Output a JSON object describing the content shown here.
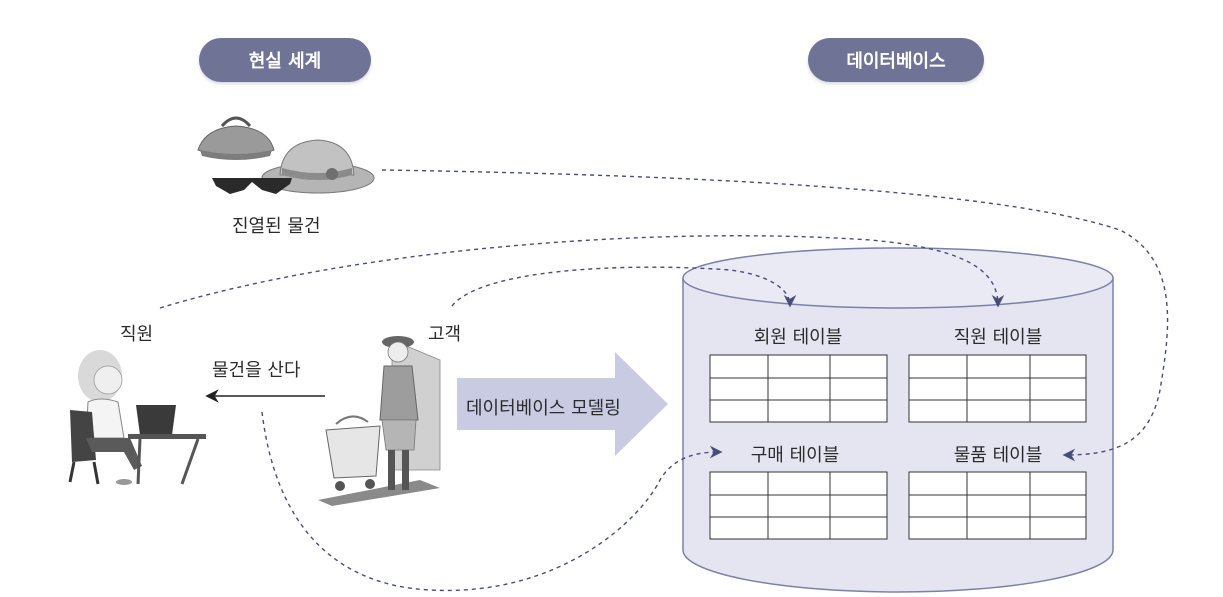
{
  "real_world": {
    "header": "현실 세계",
    "displayed_goods_label": "진열된 물건",
    "employee_label": "직원",
    "customer_label": "고객",
    "buy_action_label": "물건을 산다"
  },
  "database": {
    "header": "데이터베이스",
    "modeling_arrow_label": "데이터베이스 모델링",
    "tables": [
      {
        "name": "회원 테이블"
      },
      {
        "name": "직원 테이블"
      },
      {
        "name": "구매 테이블"
      },
      {
        "name": "물품 테이블"
      }
    ]
  },
  "colors": {
    "pill": "#6f7395",
    "cylinder_fill": "#e4e5f1",
    "cylinder_stroke": "#7c80a8",
    "dashed_line": "#4a4d78",
    "modeling_arrow": "#c9cbe3"
  },
  "icons": [
    "handbag-hat-sunglasses-illustration",
    "woman-at-laptop-illustration",
    "shopper-with-cart-illustration"
  ]
}
